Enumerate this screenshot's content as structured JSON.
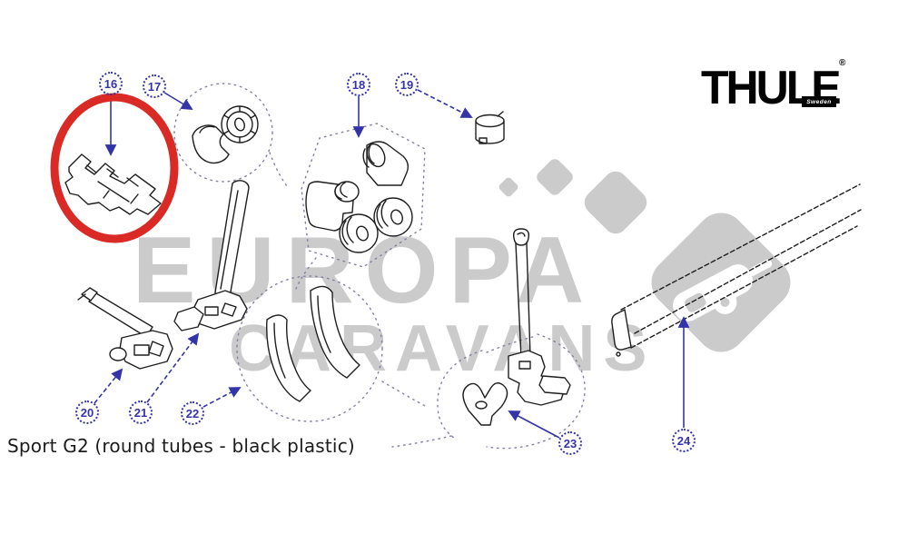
{
  "brand": {
    "name": "THULE",
    "registered": "®",
    "tagline": "Sweden"
  },
  "watermark": {
    "line1": "EUROPA",
    "line2": "CARAVANS"
  },
  "caption": "Sport G2 (round tubes - black plastic)",
  "callouts": [
    {
      "label": "16"
    },
    {
      "label": "17"
    },
    {
      "label": "18"
    },
    {
      "label": "19"
    },
    {
      "label": "20"
    },
    {
      "label": "21"
    },
    {
      "label": "22"
    },
    {
      "label": "23"
    },
    {
      "label": "24"
    }
  ],
  "colors": {
    "callout_blue": "#3434aa",
    "highlight_red": "#d92a25",
    "watermark_gray": "#cbcbcb",
    "ink": "#1e1e1e"
  }
}
